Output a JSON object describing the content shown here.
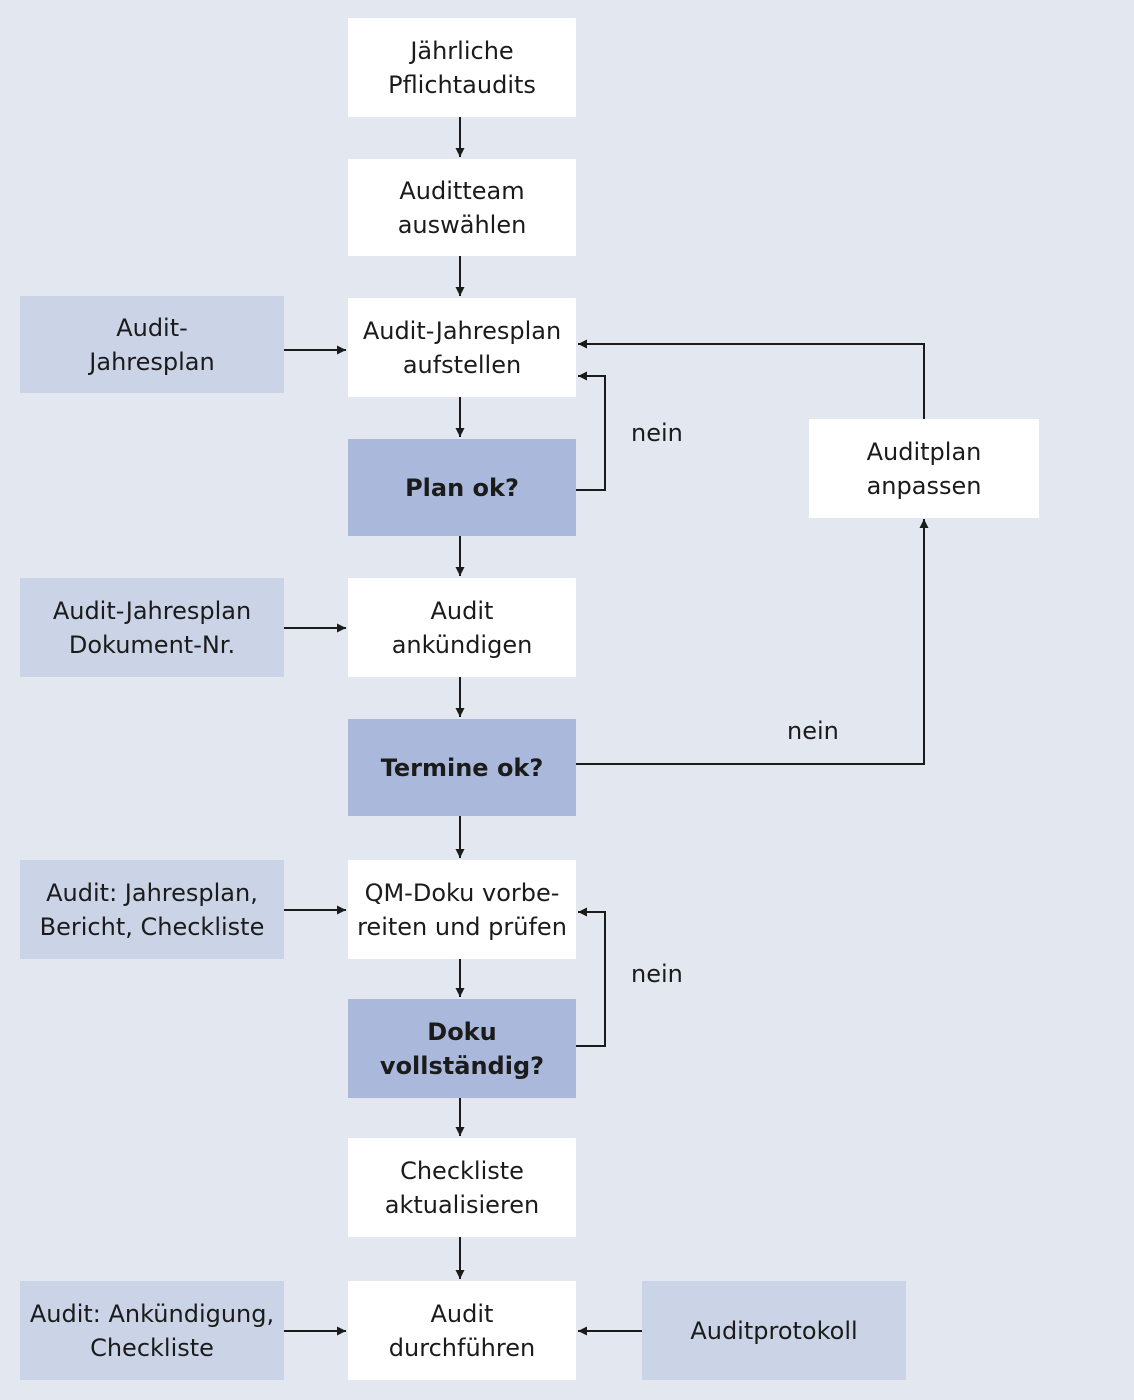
{
  "colors": {
    "background": "#e3e7f0",
    "process": "#ffffff",
    "document": "#cad4e6",
    "decision": "#aab9db",
    "line": "#1b1b1b"
  },
  "steps": {
    "pflichtaudits": [
      "Jährliche",
      "Pflichtaudits"
    ],
    "auditteam": [
      "Auditteam",
      "auswählen"
    ],
    "jahresplan_aufstellen": [
      "Audit-Jahresplan",
      "aufstellen"
    ],
    "plan_ok": [
      "Plan ok?"
    ],
    "ankuendigen": [
      "Audit",
      "ankündigen"
    ],
    "termine_ok": [
      "Termine ok?"
    ],
    "qm_doku": [
      "QM-Doku vorbe-",
      "reiten und prüfen"
    ],
    "doku_vollstaendig": [
      "Doku",
      "vollständig?"
    ],
    "checkliste": [
      "Checkliste",
      "aktualisieren"
    ],
    "durchfuehren": [
      "Audit",
      "durchführen"
    ],
    "auditplan_anpassen": [
      "Auditplan",
      "anpassen"
    ]
  },
  "documents": {
    "jahresplan": [
      "Audit-",
      "Jahresplan"
    ],
    "jahresplan_doknr": [
      "Audit-Jahresplan",
      "Dokument-Nr."
    ],
    "jahresplan_bericht": [
      "Audit: Jahresplan,",
      "Bericht, Checkliste"
    ],
    "ankuendigung_checkliste": [
      "Audit: Ankündigung,",
      "Checkliste"
    ],
    "auditprotokoll": [
      "Auditprotokoll"
    ]
  },
  "labels": {
    "nein_plan": "nein",
    "nein_termine": "nein",
    "nein_doku": "nein"
  }
}
